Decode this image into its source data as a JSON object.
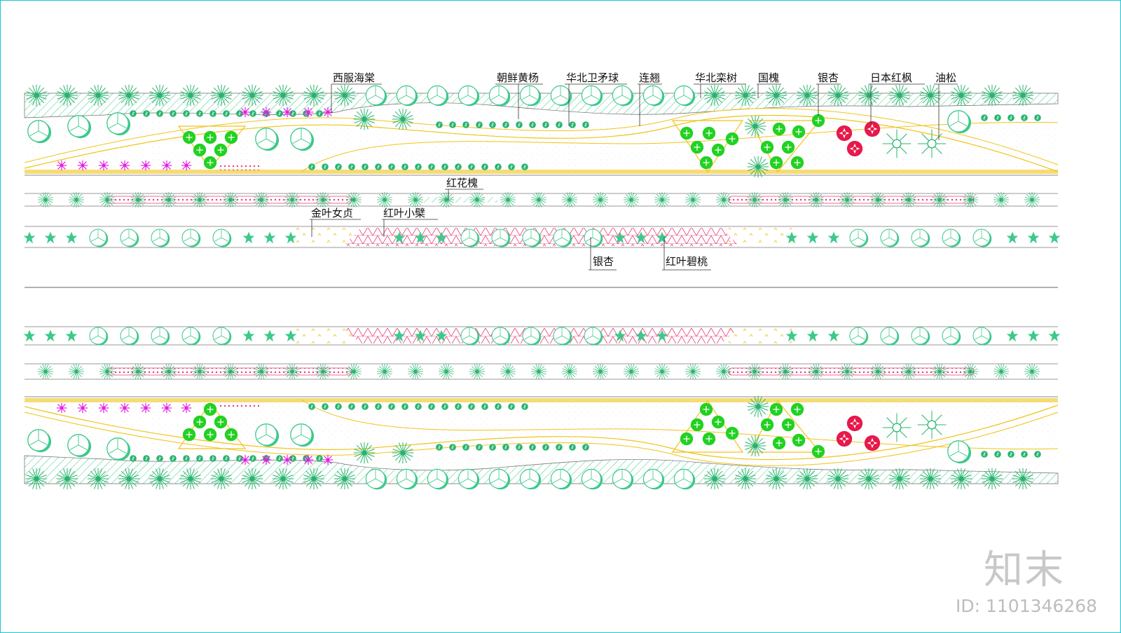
{
  "labels": {
    "top": [
      "西服海棠",
      "朝鲜黄杨",
      "华北卫矛球",
      "连翘",
      "华北栾树",
      "国槐",
      "银杏",
      "日本红枫",
      "油松"
    ],
    "middle": [
      "红花槐",
      "金叶女贞",
      "红叶小檗",
      "银杏",
      "红叶碧桃"
    ]
  },
  "brand": "知末",
  "id_text": "ID: 1101346268",
  "colors": {
    "frame": "#19c6d6",
    "tree_green": "#3cc98a",
    "pine_green": "#27b46e",
    "shrub_green": "#22d122",
    "magenta": "#e61ee6",
    "red": "#e6194b",
    "yellow": "#f0c419",
    "pink": "#e63c78",
    "gray": "#888888"
  },
  "icons": [
    "tree-icon",
    "pine-icon",
    "shrub-icon",
    "flower-icon",
    "maple-icon",
    "star-shrub-icon"
  ]
}
